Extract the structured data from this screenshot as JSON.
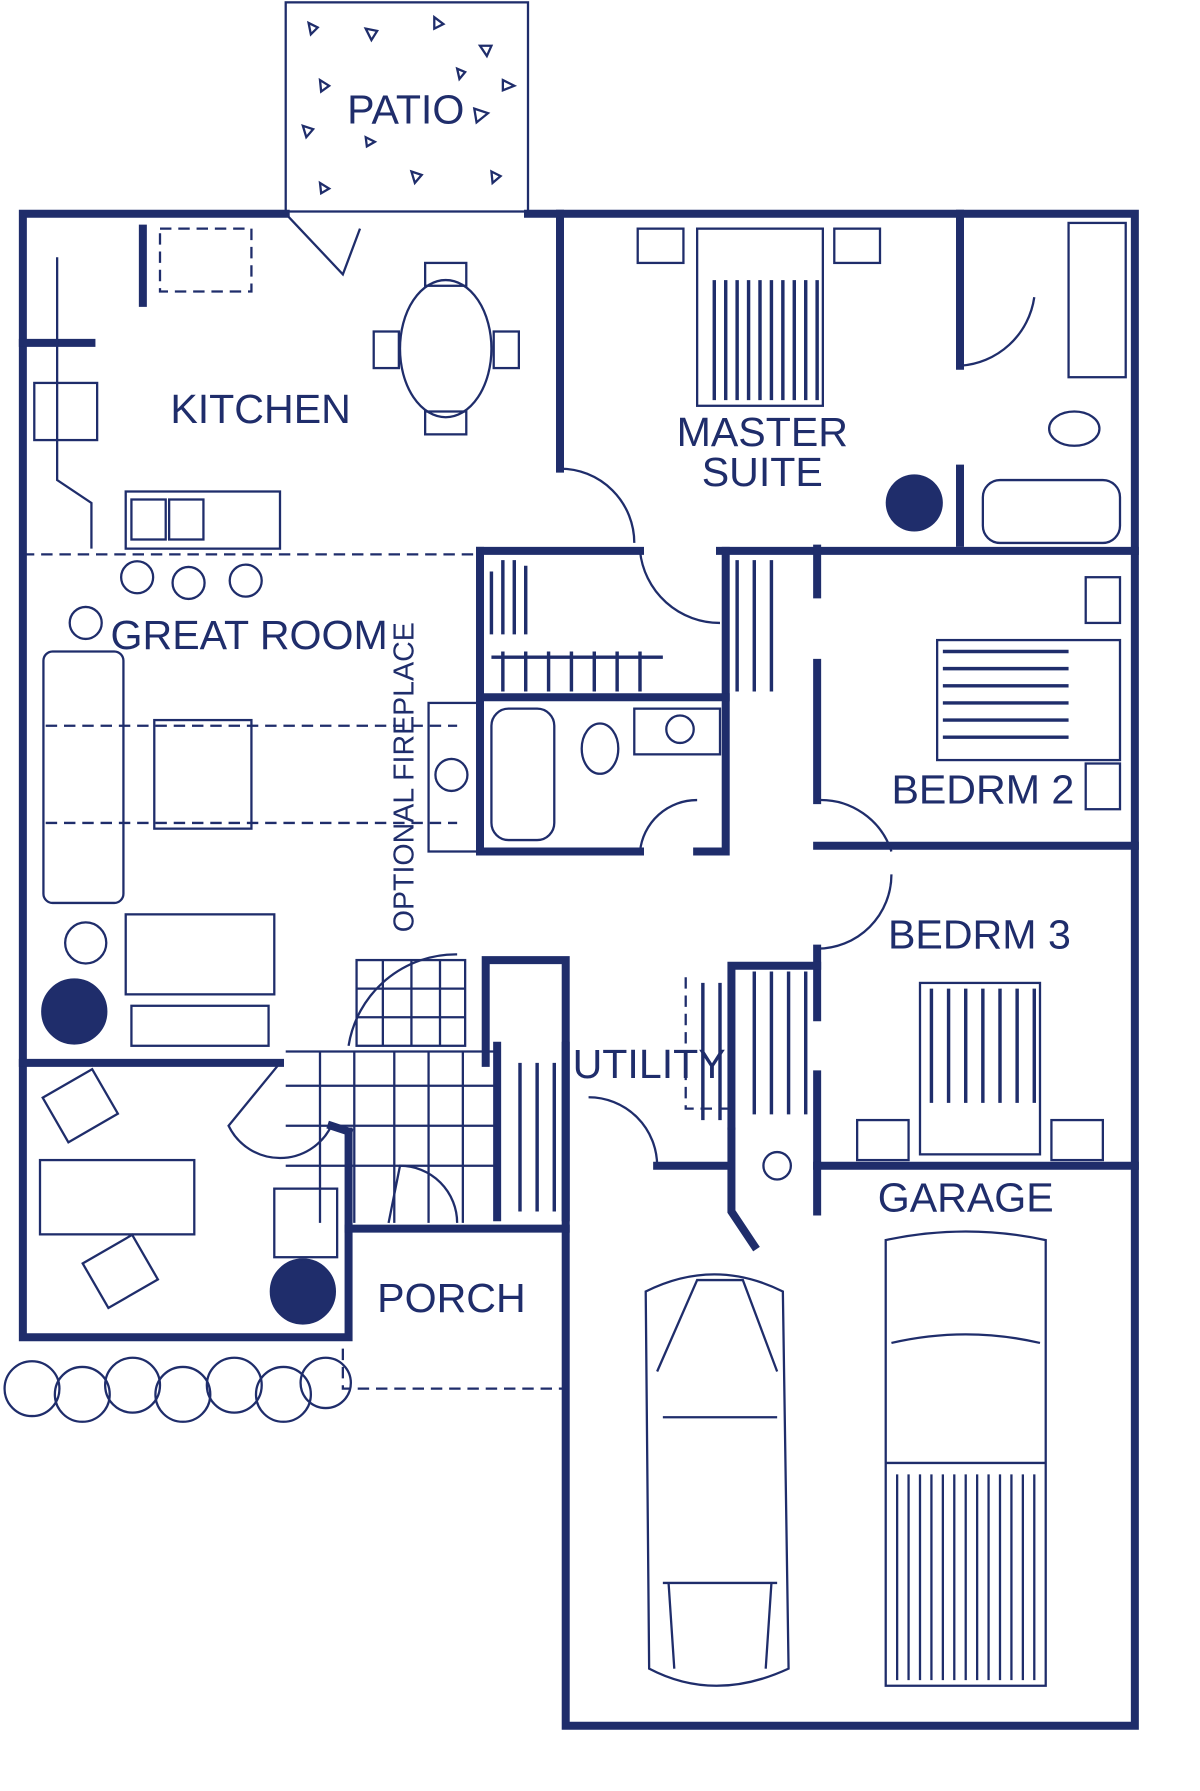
{
  "plan": {
    "color": "#1f2d6b",
    "rooms": {
      "patio": "PATIO",
      "kitchen": "KITCHEN",
      "master_line1": "MASTER",
      "master_line2": "SUITE",
      "great_room": "GREAT ROOM",
      "fireplace": "OPTIONAL FIREPLACE",
      "bedroom2": "BEDRM 2",
      "bedroom3": "BEDRM 3",
      "utility": "UTILITY",
      "garage": "GARAGE",
      "porch": "PORCH"
    }
  }
}
